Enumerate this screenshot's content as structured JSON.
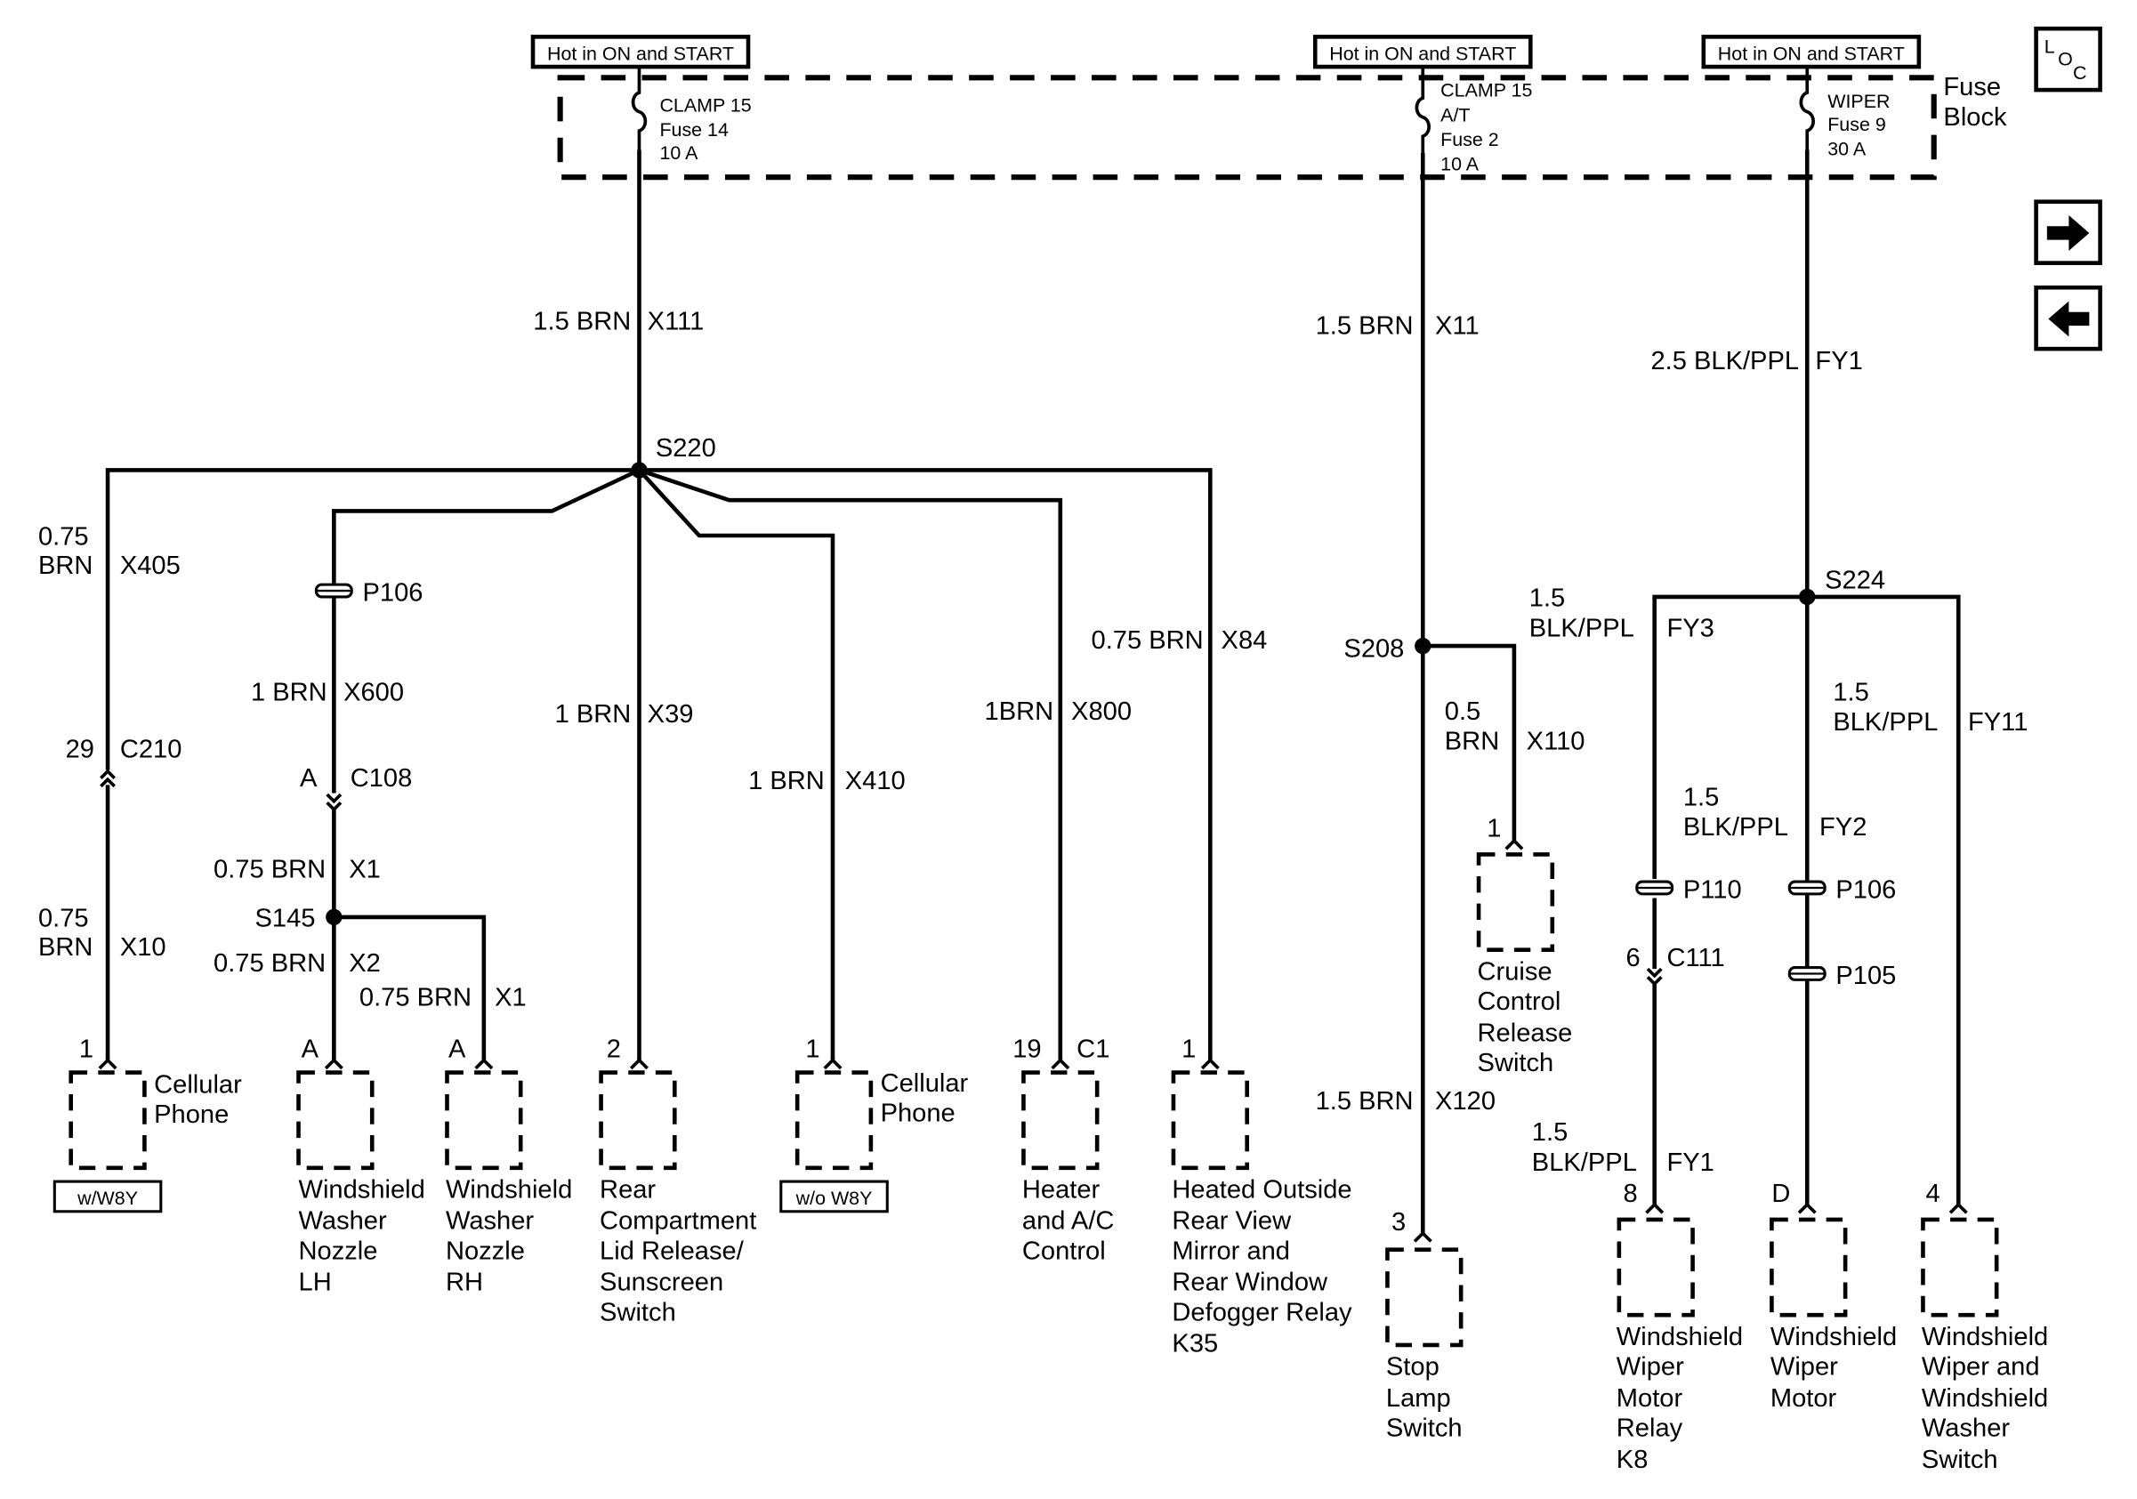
{
  "hot_labels": [
    "Hot in ON and START",
    "Hot in ON and START",
    "Hot in ON and START"
  ],
  "fuse_block_label": [
    "Fuse",
    "Block"
  ],
  "fuses": [
    [
      "CLAMP 15",
      "Fuse 14",
      "10 A"
    ],
    [
      "CLAMP 15",
      "A/T",
      "Fuse 2",
      "10 A"
    ],
    [
      "WIPER",
      "Fuse 9",
      "30 A"
    ]
  ],
  "nav": {
    "loc_l": "L",
    "loc_o": "O",
    "loc_c": "C",
    "next_icon": "right-arrow-icon",
    "prev_icon": "left-arrow-icon"
  },
  "wires": {
    "w1": [
      "1.5 BRN",
      "X111"
    ],
    "w2": [
      "1.5 BRN",
      "X11"
    ],
    "w3": [
      "2.5 BLK/PPL",
      "FY1"
    ],
    "w4": [
      "0.75",
      "BRN",
      "X405"
    ],
    "w5": [
      "1 BRN",
      "X600"
    ],
    "w6": [
      "1 BRN",
      "X39"
    ],
    "w7": [
      "1 BRN",
      "X410"
    ],
    "w8": [
      "1BRN",
      "X800"
    ],
    "w9": [
      "0.75 BRN",
      "X84"
    ],
    "w10": [
      "0.75 BRN",
      "X1"
    ],
    "w11": [
      "0.75",
      "BRN",
      "X10"
    ],
    "w12": [
      "0.75 BRN",
      "X2"
    ],
    "w13": [
      "0.75 BRN",
      "X1"
    ],
    "w14": [
      "0.5",
      "BRN",
      "X110"
    ],
    "w15": [
      "1.5 BRN",
      "X120"
    ],
    "w16": [
      "1.5",
      "BLK/PPL",
      "FY3"
    ],
    "w17": [
      "1.5",
      "BLK/PPL",
      "FY11"
    ],
    "w18": [
      "1.5",
      "BLK/PPL",
      "FY2"
    ],
    "w19": [
      "1.5",
      "BLK/PPL",
      "FY1"
    ]
  },
  "splices": [
    "S220",
    "S208",
    "S224",
    "S145"
  ],
  "passthroughs": [
    "P106",
    "P110",
    "P106",
    "P105"
  ],
  "connectors": {
    "c210": [
      "29",
      "C210"
    ],
    "c108": [
      "A",
      "C108"
    ],
    "c111": [
      "6",
      "C111"
    ]
  },
  "components": [
    {
      "pin": "1",
      "name": [
        "Cellular",
        "Phone"
      ],
      "option": "w/W8Y"
    },
    {
      "pin": "A",
      "name": [
        "Windshield",
        "Washer",
        "Nozzle",
        "LH"
      ]
    },
    {
      "pin": "A",
      "name": [
        "Windshield",
        "Washer",
        "Nozzle",
        "RH"
      ]
    },
    {
      "pin": "2",
      "name": [
        "Rear",
        "Compartment",
        "Lid Release/",
        "Sunscreen",
        "Switch"
      ]
    },
    {
      "pin": "1",
      "name": [
        "Cellular",
        "Phone"
      ],
      "option": "w/o W8Y"
    },
    {
      "pin": "19",
      "pin2": "C1",
      "name": [
        "Heater",
        "and A/C",
        "Control"
      ]
    },
    {
      "pin": "1",
      "name": [
        "Heated Outside",
        "Rear View",
        "Mirror and",
        "Rear Window",
        "Defogger Relay",
        "K35"
      ]
    },
    {
      "pin": "1",
      "name": [
        "Cruise",
        "Control",
        "Release",
        "Switch"
      ]
    },
    {
      "pin": "3",
      "name": [
        "Stop",
        "Lamp",
        "Switch"
      ]
    },
    {
      "pin": "8",
      "name": [
        "Windshield",
        "Wiper",
        "Motor",
        "Relay",
        "K8"
      ]
    },
    {
      "pin": "D",
      "name": [
        "Windshield",
        "Wiper",
        "Motor"
      ]
    },
    {
      "pin": "4",
      "name": [
        "Windshield",
        "Wiper and",
        "Windshield",
        "Washer",
        "Switch"
      ]
    }
  ]
}
